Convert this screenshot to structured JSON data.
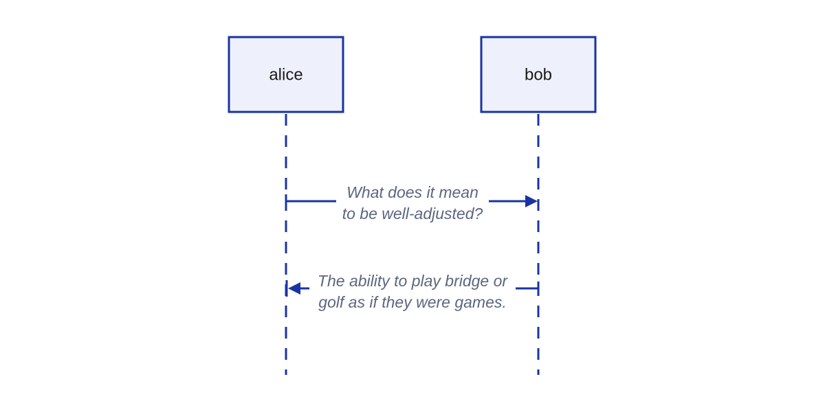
{
  "participants": [
    {
      "name": "alice"
    },
    {
      "name": "bob"
    }
  ],
  "messages": [
    {
      "from": "alice",
      "to": "bob",
      "lines": [
        "What does it mean",
        "to be well-adjusted?"
      ]
    },
    {
      "from": "bob",
      "to": "alice",
      "lines": [
        "The ability to play bridge or",
        "golf as if they were games."
      ]
    }
  ],
  "colors": {
    "stroke": "#1a33a3",
    "box_fill": "#eef1fb",
    "message_text": "#5c6580"
  }
}
